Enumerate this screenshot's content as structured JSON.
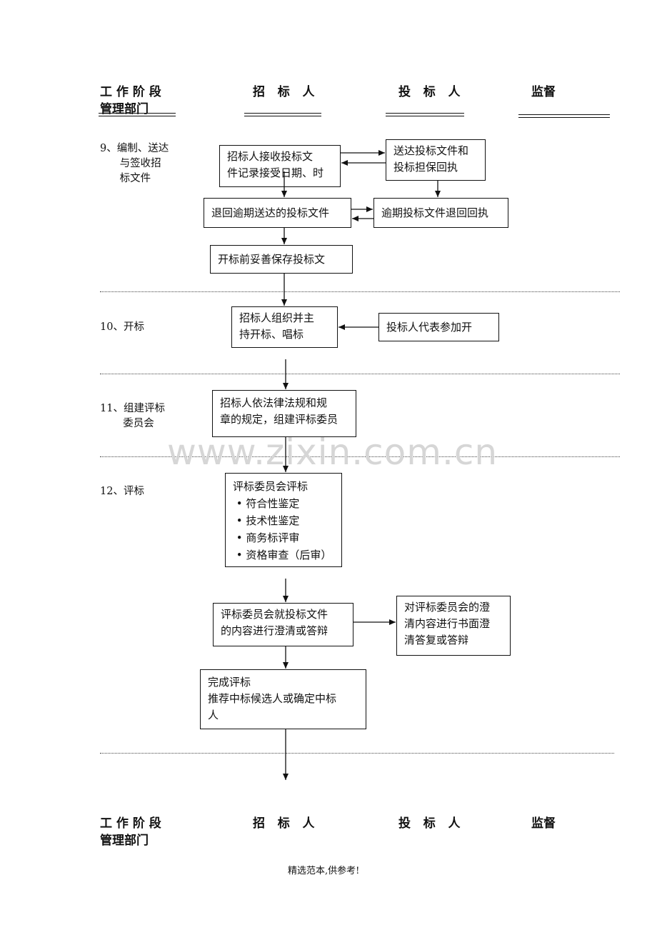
{
  "header": {
    "stage_label_1": "工 作 阶 段",
    "stage_label_2": "管理部门",
    "tenderer": "招   标   人",
    "bidder": "投   标   人",
    "supervisor": "监督"
  },
  "stages": {
    "s9": "9、编制、送达\n      与签收招\n      标文件",
    "s10": "10、开标",
    "s11": "11、组建评标\n       委员会",
    "s12": "12、评标"
  },
  "boxes": {
    "b1": "招标人接收投标文\n件记录接受日期、时",
    "b2": "送达投标文件和\n投标担保回执",
    "b3": "退回逾期送达的投标文件",
    "b4": "逾期投标文件退回回执",
    "b5": "开标前妥善保存投标文",
    "b6": "招标人组织并主\n持开标、唱标",
    "b7": "投标人代表参加开",
    "b8": "招标人依法律法规和规\n章的规定，组建评标委员",
    "b9": "评标委员会评标\n • 符合性鉴定\n • 技术性鉴定\n • 商务标评审\n • 资格审查（后审）",
    "b10": "评标委员会就投标文件\n的内容进行澄清或答辩",
    "b11": "对评标委员会的澄\n清内容进行书面澄\n清答复或答辩",
    "b12": "完成评标\n推荐中标候选人或确定中标\n人"
  },
  "watermark": "www.zixin.com.cn",
  "footer": "精选范本,供参考!"
}
